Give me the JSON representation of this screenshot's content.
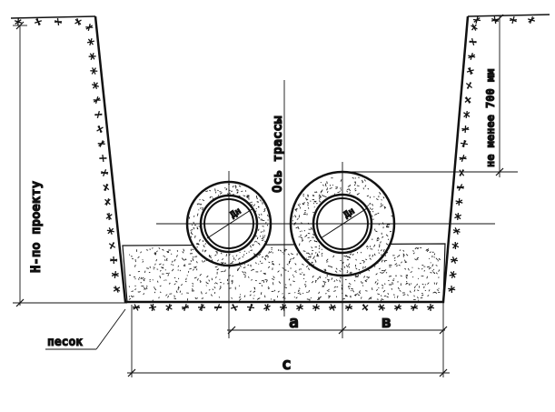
{
  "labels": {
    "depth": "Н-по проекту",
    "axis": "Ось трассы",
    "min_cover": "не менее 700 мм",
    "pipe_diameter_left": "Дн",
    "pipe_diameter_right": "Дн",
    "sand": "песок",
    "dim_a": "а",
    "dim_b": "в",
    "dim_c": "с"
  },
  "colors": {
    "ink": "#111111",
    "paper": "#ffffff"
  }
}
